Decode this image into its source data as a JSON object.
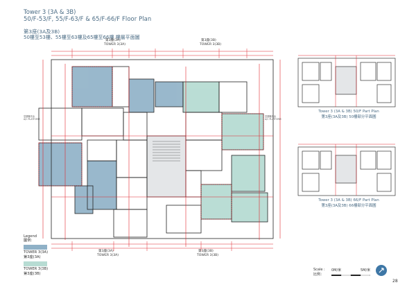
{
  "header": {
    "tower_title": "Tower 3 (3A & 3B)",
    "floors_title": "50/F-53/F, 55/F-63/F & 65/F-66/F   Floor Plan",
    "cn_tower": "第3座(3A及3B)",
    "cn_floors": "50樓至53樓、55樓至63樓及65樓至66樓    樓層平面圖"
  },
  "plan": {
    "top_left_cn": "第3座(3A)",
    "top_left_en": "TOWER 3(3A)",
    "top_right_cn": "第3座(3B)",
    "top_right_en": "TOWER 3(3B)",
    "bottom_left_cn": "第3座(3A)",
    "bottom_left_en": "TOWER 3(3A)",
    "bottom_right_cn": "第3座(3B)",
    "bottom_right_en": "TOWER 3(3B)",
    "ac_platform": "A/C PLATFORM",
    "ac_platform_cn": "空調機平台"
  },
  "legend": {
    "title": "Legend",
    "title_cn": "圖例：",
    "tower_3a": "TOWER 3(3A)",
    "tower_3a_cn": "第3座(3A)",
    "tower_3b": "TOWER 3(3B)",
    "tower_3b_cn": "第3座(3B)",
    "color_3a": "#8fb1c7",
    "color_3b": "#b7dcd3"
  },
  "part_plans": [
    {
      "en": "Tower 3 (3A & 3B) 50/F Part Plan",
      "cn": "第3座(3A及3B) 50樓部分平面圖"
    },
    {
      "en": "Tower 3 (3A & 3B) 66/F Part Plan",
      "cn": "第3座(3A及3B) 66樓部分平面圖"
    }
  ],
  "scale": {
    "label_en": "Scale :",
    "label_cn": "比例：",
    "start": "0M/米",
    "end": "5M/米"
  },
  "page_number": "28",
  "colors": {
    "accent": "#4a6b84",
    "red_dimension": "#e0262e",
    "compass": "#3e77a6"
  }
}
